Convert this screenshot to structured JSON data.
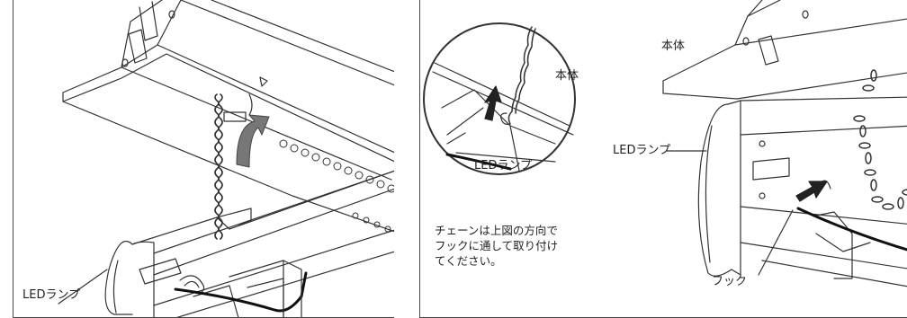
{
  "left_panel": {
    "label_led_lamp": "LEDランプ"
  },
  "right_panel": {
    "label_body_top": "本体",
    "label_body_inset": "本体",
    "label_led_lamp_inset": "LEDランプ",
    "label_led_lamp": "LEDランプ",
    "label_hook": "フック",
    "note_lines": [
      "チェーンは上図の方向で",
      "フックに通して取り付け",
      "てください。"
    ]
  }
}
